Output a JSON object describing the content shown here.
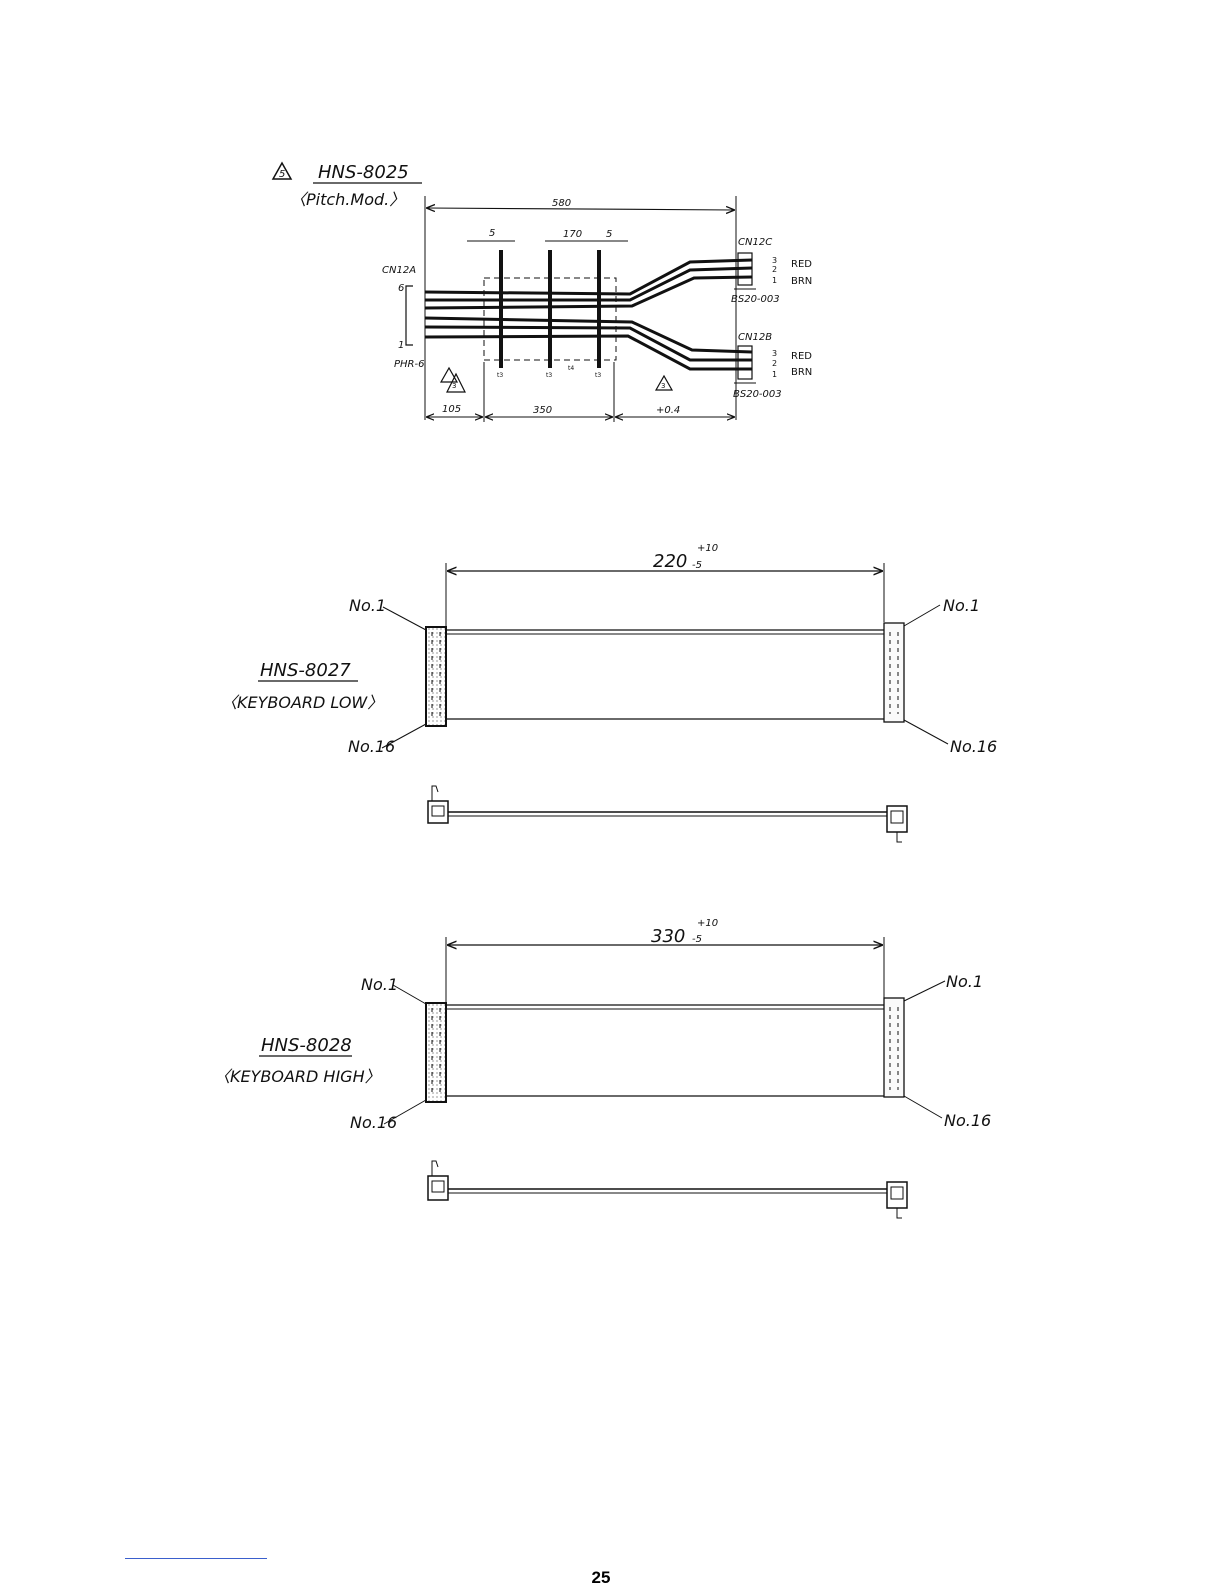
{
  "cable_8025": {
    "part_number": "HNS-8025",
    "description": "〈Pitch.Mod.〉",
    "revision_mark": "5",
    "rev_mark_small": "3",
    "overall_length": "580",
    "dim_tape_a": "5",
    "dim_tape_spacing": "170",
    "dim_tape_b": "5",
    "dim_left": "105",
    "dim_mid": "350",
    "dim_right": "+0.4",
    "connector_a": "CN12A",
    "connector_a_type": "PHR-6",
    "pin_top": "6",
    "pin_bottom": "1",
    "connector_c": "CN12C",
    "connector_b": "CN12B",
    "housing_c": "BS20-003",
    "housing_b": "BS20-003",
    "wire_red": "RED",
    "wire_brn": "BRN",
    "pin3": "3",
    "pin2": "2",
    "pin1": "1",
    "tape_marks": [
      "t3",
      "t3",
      "t4",
      "t3"
    ]
  },
  "cable_8027": {
    "part_number": "HNS-8027",
    "description": "〈KEYBOARD  LOW〉",
    "length": "220",
    "tol_plus": "+10",
    "tol_minus": "-5",
    "pin_first": "No.1",
    "pin_last": "No.16"
  },
  "cable_8028": {
    "part_number": "HNS-8028",
    "description": "〈KEYBOARD HIGH〉",
    "length": "330",
    "tol_plus": "+10",
    "tol_minus": "-5",
    "pin_first": "No.1",
    "pin_last": "No.16"
  },
  "footer": {
    "page_number": "25"
  }
}
